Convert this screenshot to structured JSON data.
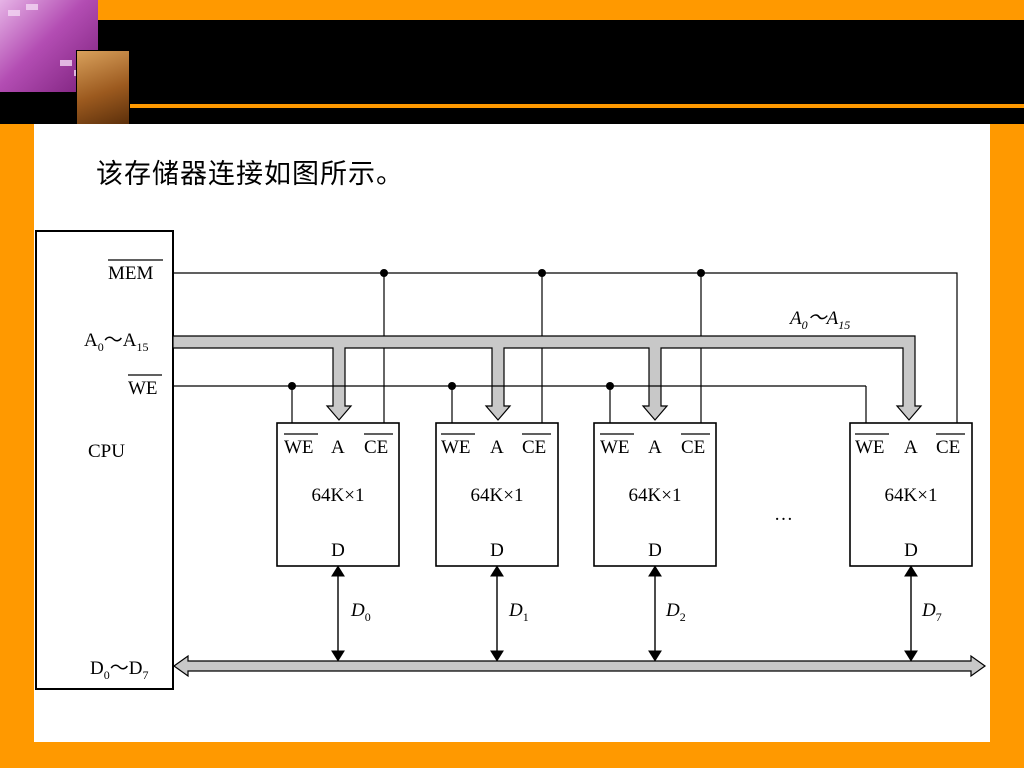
{
  "caption": "该存储器连接如图所示。",
  "diagram": {
    "cpu": {
      "label": "CPU",
      "signals": {
        "mem": "MEM",
        "addr_main": "A",
        "addr_sub_from": "0",
        "addr_tilde": "～A",
        "addr_sub_to": "15",
        "we": "WE",
        "data_main": "D",
        "data_sub_from": "0",
        "data_tilde": "～D",
        "data_sub_to": "7"
      }
    },
    "bus_label": {
      "main": "A",
      "sub_from": "0",
      "tilde": "～A",
      "sub_to": "15"
    },
    "chips": [
      {
        "we": "WE",
        "a": "A",
        "ce": "CE",
        "capacity": "64K×1",
        "d": "D",
        "bus_main": "D",
        "bus_sub": "0"
      },
      {
        "we": "WE",
        "a": "A",
        "ce": "CE",
        "capacity": "64K×1",
        "d": "D",
        "bus_main": "D",
        "bus_sub": "1"
      },
      {
        "we": "WE",
        "a": "A",
        "ce": "CE",
        "capacity": "64K×1",
        "d": "D",
        "bus_main": "D",
        "bus_sub": "2"
      },
      {
        "we": "WE",
        "a": "A",
        "ce": "CE",
        "capacity": "64K×1",
        "d": "D",
        "bus_main": "D",
        "bus_sub": "7"
      }
    ],
    "ellipsis": "…"
  },
  "colors": {
    "frame": "#FF9900",
    "bar": "#000000",
    "bus_fill": "#C8C8C8"
  }
}
